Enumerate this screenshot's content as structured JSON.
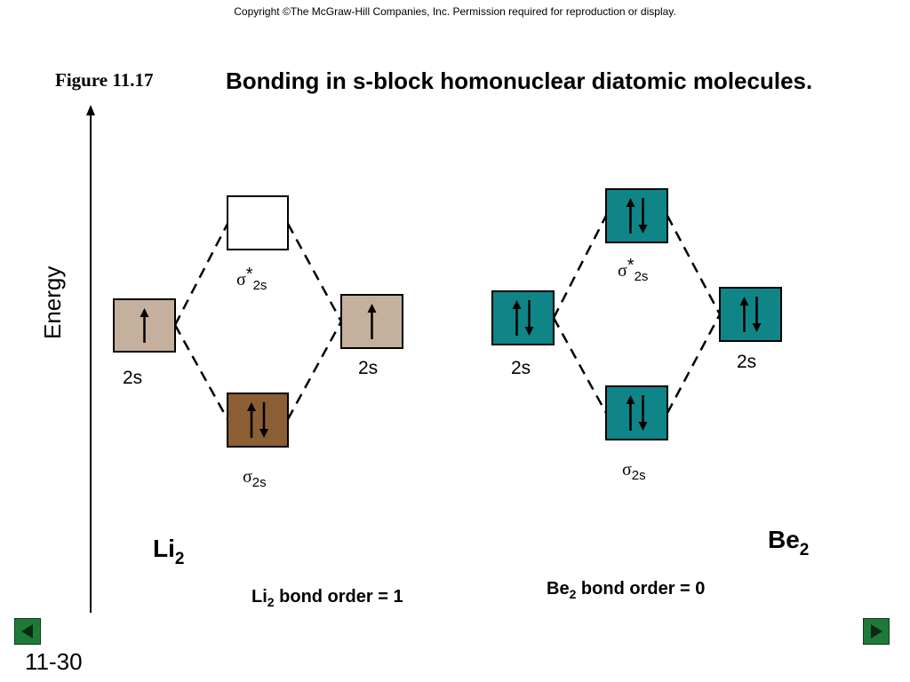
{
  "copyright": "Copyright ©The McGraw-Hill Companies, Inc.  Permission required for reproduction or display.",
  "figure_label": "Figure 11.17",
  "title": "Bonding in s-block homonuclear diatomic molecules.",
  "energy_axis_label": "Energy",
  "sigma_symbol": "σ",
  "star": "*",
  "subscript_2s": "2s",
  "atomic_orbital_label": "2s",
  "li2": {
    "symbol": "Li",
    "subscript": "2",
    "bond_order_prefix": "Li",
    "bond_order_sub": "2",
    "bond_order_text": " bond order = 1",
    "colors": {
      "atomic": "#c4b09c",
      "bonding": "#8b5e34",
      "antibonding": "#ffffff"
    },
    "electrons": {
      "left_2s": 1,
      "right_2s": 1,
      "sigma_2s": 2,
      "sigma_star_2s": 0
    }
  },
  "be2": {
    "symbol": "Be",
    "subscript": "2",
    "bond_order_prefix": "Be",
    "bond_order_sub": "2",
    "bond_order_text": " bond order = 0",
    "colors": {
      "atomic": "#0f8588",
      "bonding": "#0f8588",
      "antibonding": "#0f8588"
    },
    "electrons": {
      "left_2s": 2,
      "right_2s": 2,
      "sigma_2s": 2,
      "sigma_star_2s": 2
    }
  },
  "slide_number": "11-30",
  "nav": {
    "prev_icon": "triangle-left-icon",
    "next_icon": "triangle-right-icon"
  }
}
